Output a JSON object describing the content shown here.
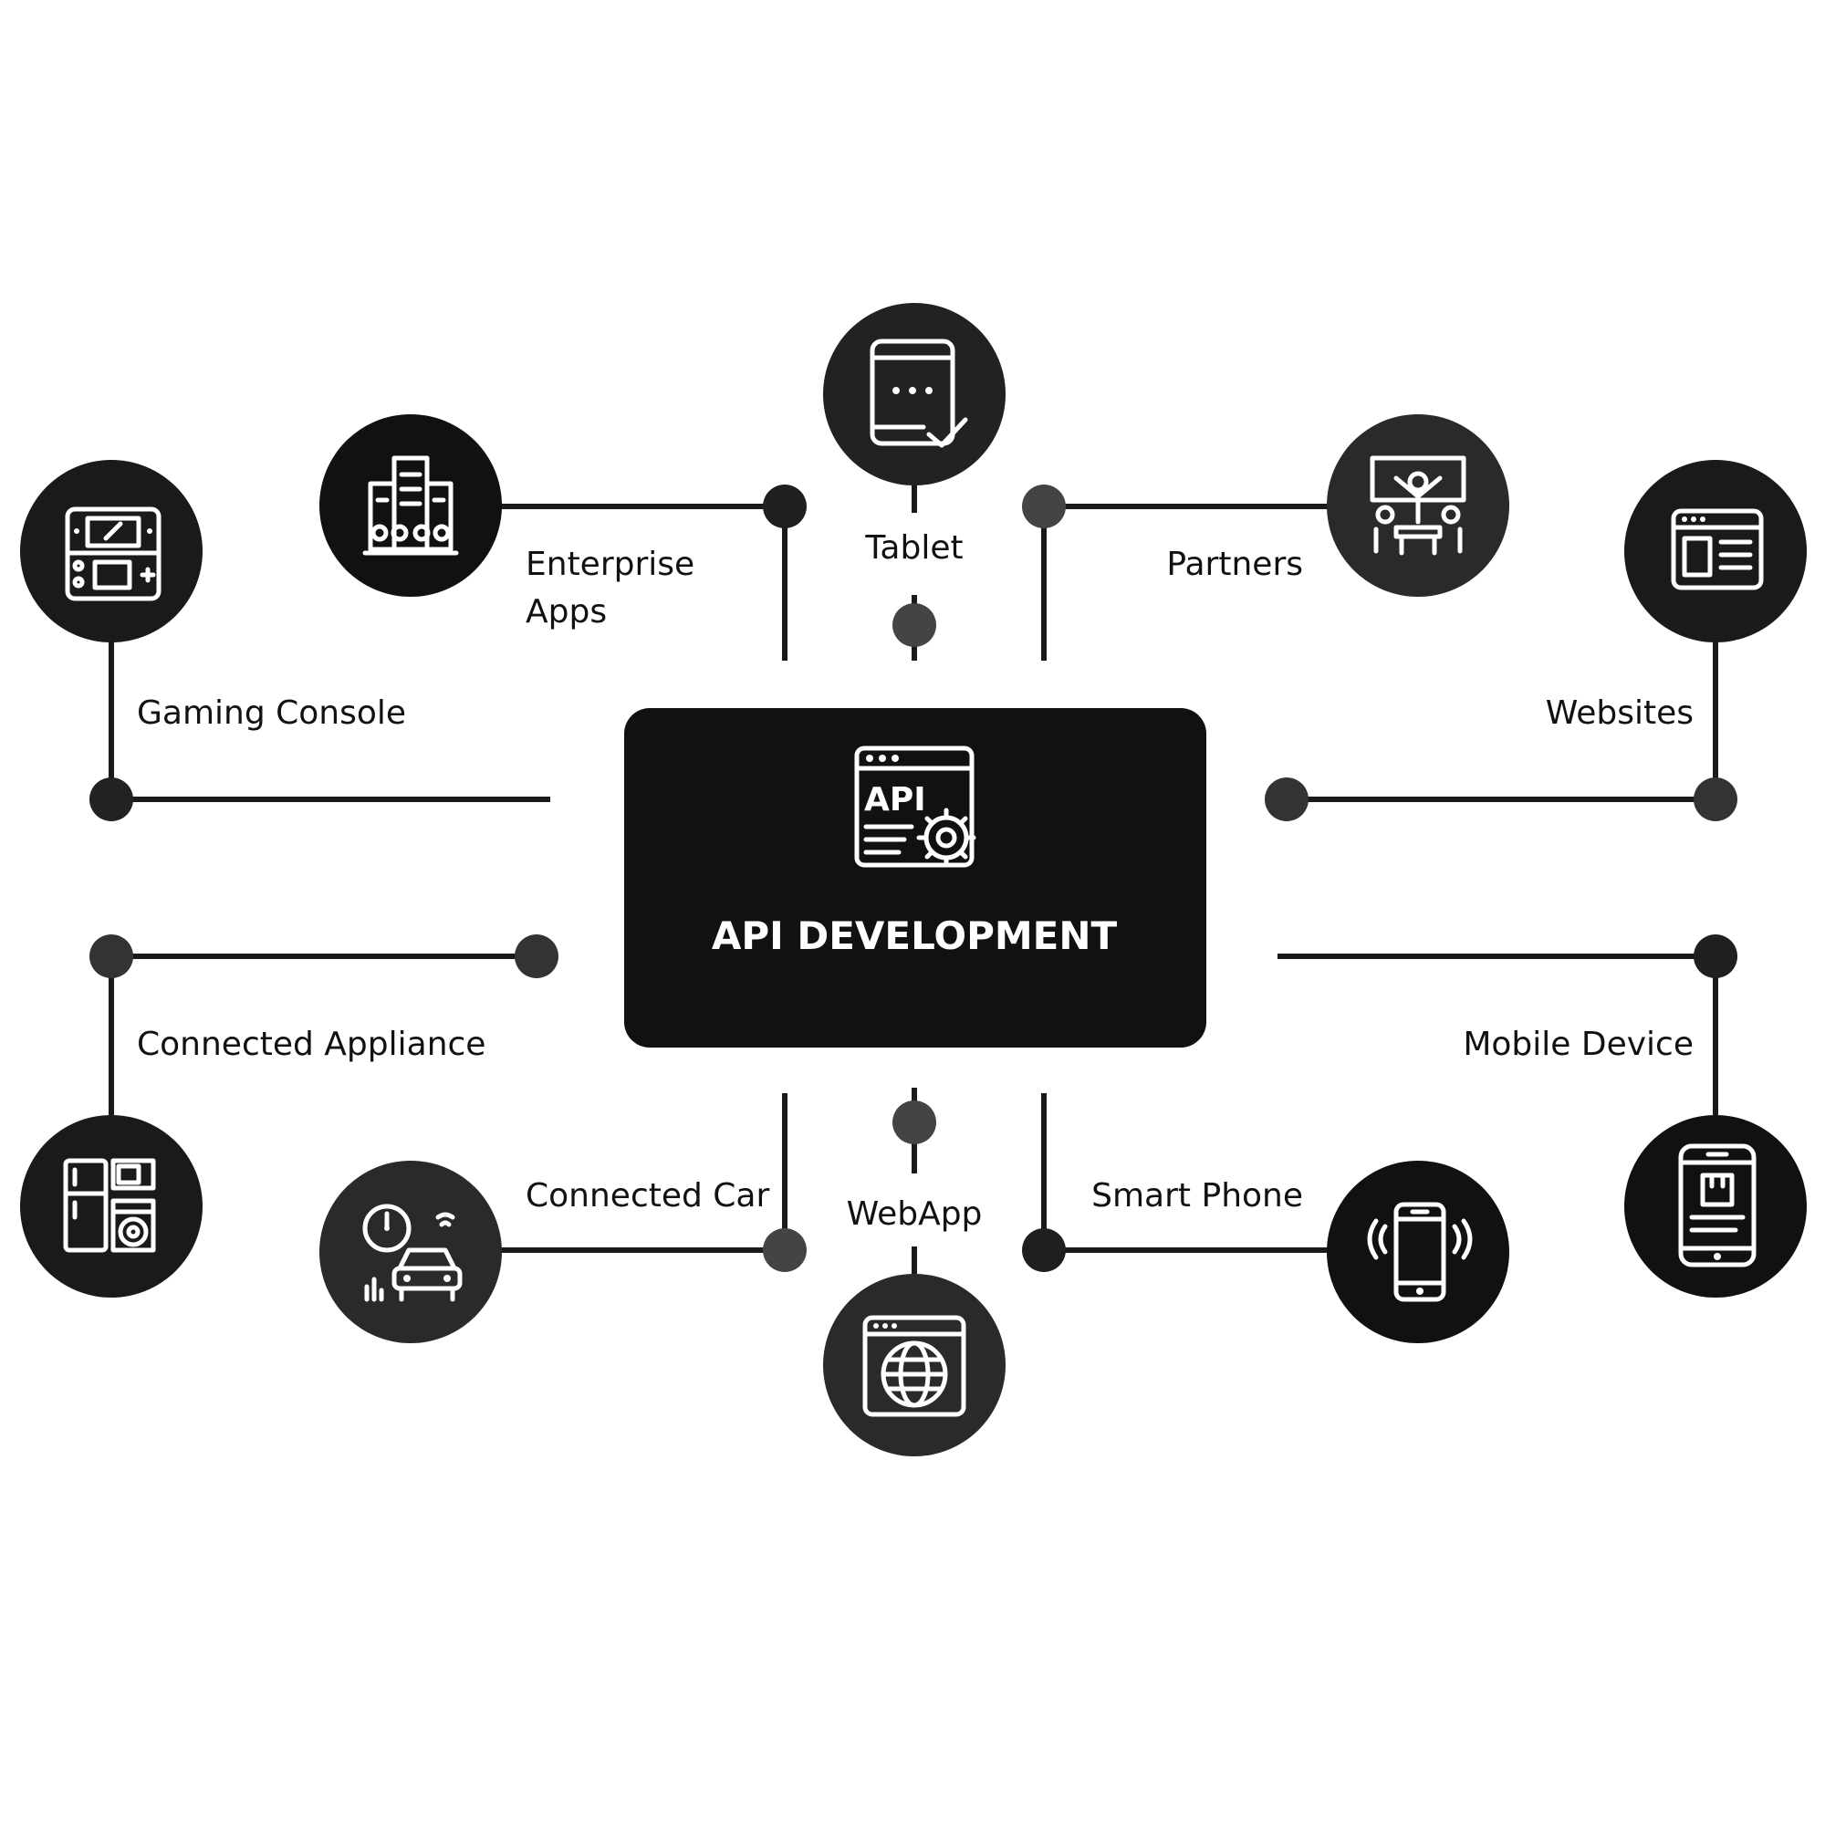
{
  "hub": {
    "title": "API DEVELOPMENT",
    "icon": "api-gear-icon"
  },
  "nodes": {
    "tablet": {
      "label": "Tablet",
      "icon": "tablet-check-icon"
    },
    "enterprise_apps": {
      "label_line1": "Enterprise",
      "label_line2": "Apps",
      "icon": "office-building-icon"
    },
    "partners": {
      "label": "Partners",
      "icon": "meeting-partners-icon"
    },
    "gaming_console": {
      "label": "Gaming Console",
      "icon": "handheld-console-icon"
    },
    "websites": {
      "label": "Websites",
      "icon": "browser-window-icon"
    },
    "connected_appliance": {
      "label": "Connected Appliance",
      "icon": "appliances-icon"
    },
    "mobile_device": {
      "label": "Mobile Device",
      "icon": "mobile-device-icon"
    },
    "connected_car": {
      "label": "Connected Car",
      "icon": "connected-car-icon"
    },
    "webapp": {
      "label": "WebApp",
      "icon": "globe-browser-icon"
    },
    "smart_phone": {
      "label": "Smart Phone",
      "icon": "smartphone-vibrate-icon"
    }
  },
  "colors": {
    "node_fill": "#222222",
    "hub_fill": "#111111",
    "line": "#1a1a1a",
    "dot": "#333333",
    "text": "#111111"
  }
}
